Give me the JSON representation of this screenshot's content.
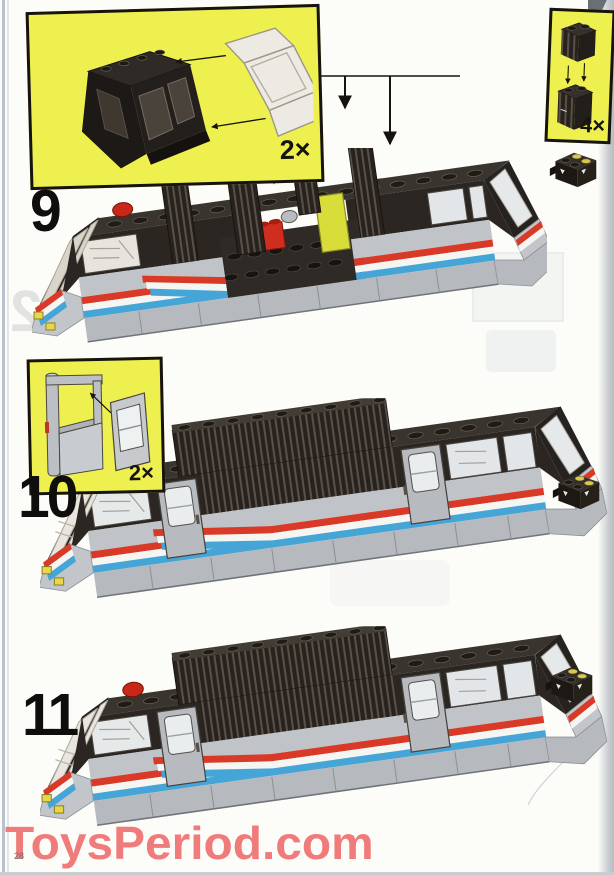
{
  "page": {
    "number": "28",
    "watermark": "ToysPeriod.com",
    "background_color": "#fcfcf9"
  },
  "steps": [
    {
      "label": "9"
    },
    {
      "label": "10"
    },
    {
      "label": "11"
    }
  ],
  "callouts": [
    {
      "id": "cab-windscreen",
      "quantity": "2×",
      "parts": [
        "black-cab-structure",
        "transparent-windscreen-panel"
      ]
    },
    {
      "id": "grille-bricks",
      "quantity": "4×",
      "parts": [
        "black-grille-brick-1x2",
        "black-grille-brick-1x2"
      ]
    },
    {
      "id": "door-assembly",
      "quantity": "2×",
      "parts": [
        "gray-door-frame",
        "gray-door-with-window"
      ]
    }
  ],
  "artifacts": {
    "bleed_through_digit": "2"
  },
  "colors": {
    "callout_yellow": "#eef04f",
    "stripe_red": "#d93a28",
    "stripe_white": "#f5f5f2",
    "stripe_blue": "#45a5d6",
    "body_gray": "#c0c4c8",
    "piece_black": "#2b2622",
    "door_yellow": "#d8dd3a",
    "brick_red": "#cf2d1d",
    "watermark_pink": "#ee7170"
  }
}
